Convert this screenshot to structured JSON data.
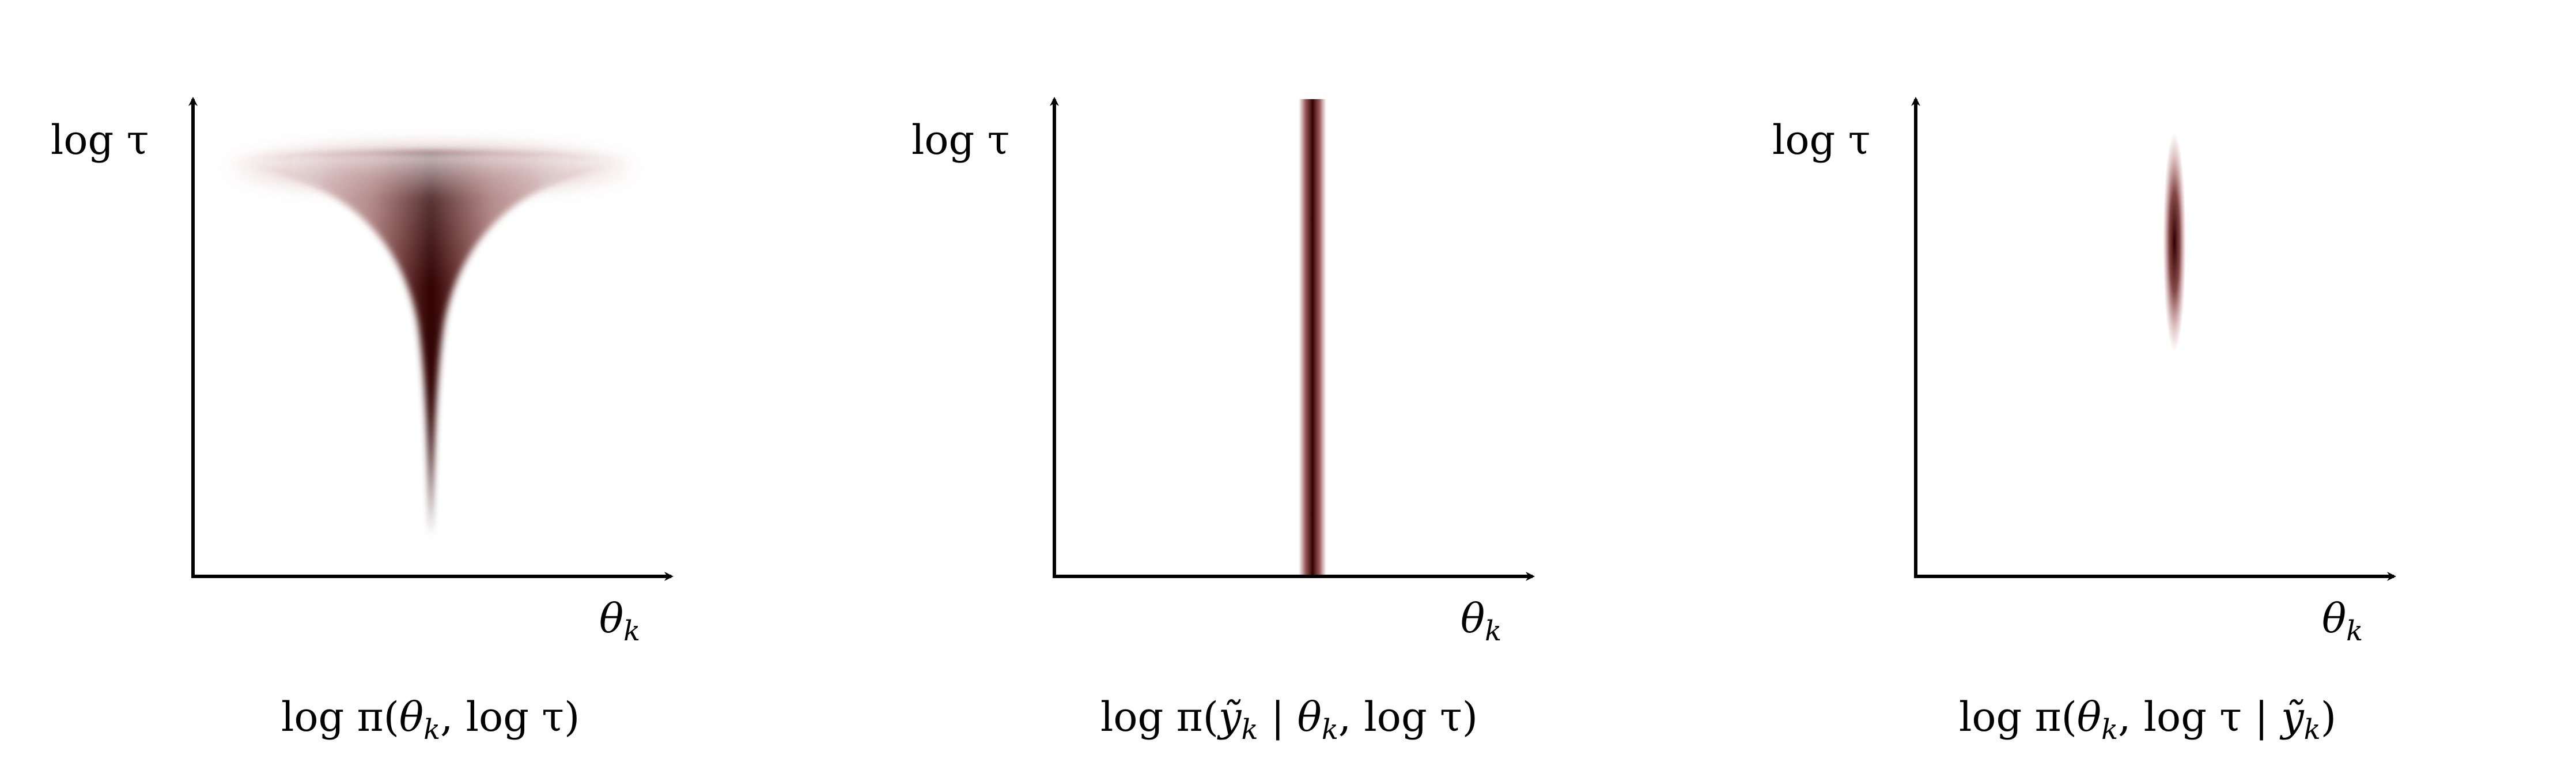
{
  "colors": {
    "density": "#3b0000",
    "axis": "#000000",
    "background": "#ffffff"
  },
  "panels": [
    {
      "id": "joint-prior",
      "y_axis_label": "log τ",
      "x_axis_label": "θ_k",
      "caption": "log π(θ_k, log τ)",
      "caption_parts": {
        "fn": "log π(",
        "theta": "θ",
        "k": "k",
        "rest": ", log τ)"
      }
    },
    {
      "id": "likelihood",
      "y_axis_label": "log τ",
      "x_axis_label": "θ_k",
      "caption": "log π(ỹ_k | θ_k, log τ)",
      "caption_parts": {
        "fn": "log π(",
        "y": "ỹ",
        "k1": "k",
        "bar": " | ",
        "theta": "θ",
        "k2": "k",
        "rest": ", log τ)"
      }
    },
    {
      "id": "posterior",
      "y_axis_label": "log τ",
      "x_axis_label": "θ_k",
      "caption": "log π(θ_k, log τ | ỹ_k)",
      "caption_parts": {
        "fn": "log π(",
        "theta": "θ",
        "k1": "k",
        "mid": ", log τ | ",
        "y": "ỹ",
        "k2": "k",
        "rest": ")"
      }
    }
  ]
}
